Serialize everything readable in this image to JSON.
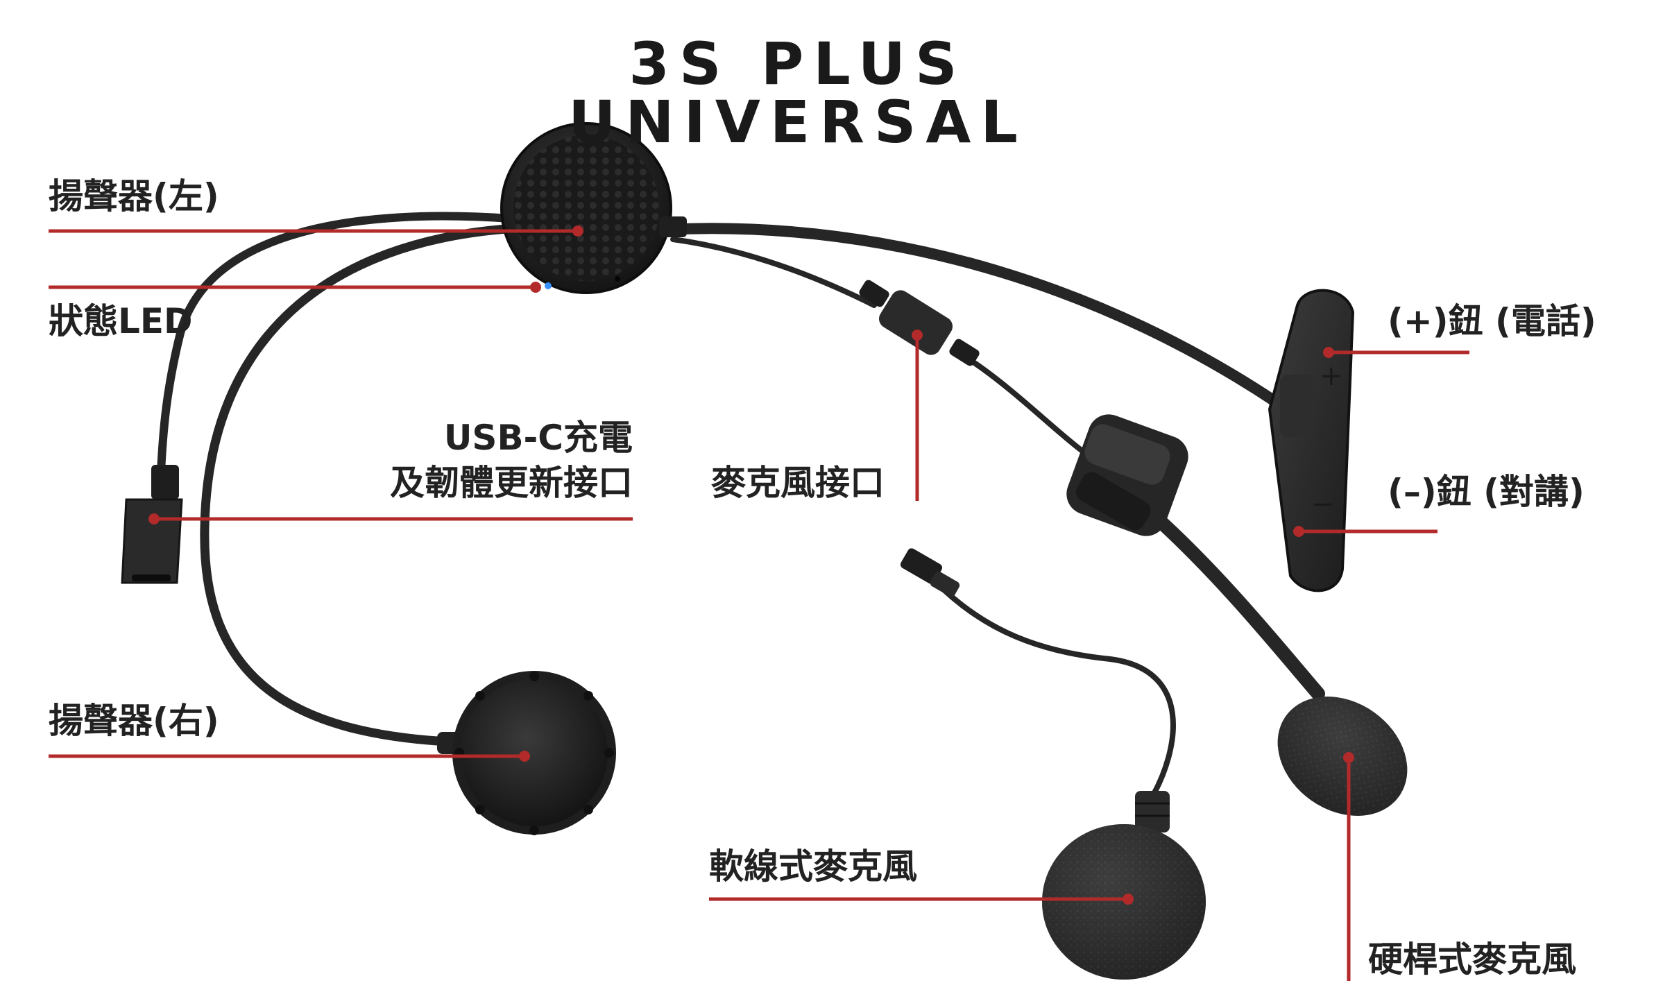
{
  "title": "3S PLUS UNIVERSAL",
  "labels": {
    "speaker_left": "揚聲器(左)",
    "status_led": "狀態LED",
    "usb_line1": "USB-C充電",
    "usb_line2": "及韌體更新接口",
    "mic_port": "麥克風接口",
    "plus_button": "(+)鈕 (電話)",
    "minus_button": "(–)鈕 (對講)",
    "speaker_right": "揚聲器(右)",
    "wired_mic": "軟線式麥克風",
    "boom_mic": "硬桿式麥克風"
  },
  "colors": {
    "leader_line": "#b22a2a",
    "device": "#2b2b2b"
  }
}
